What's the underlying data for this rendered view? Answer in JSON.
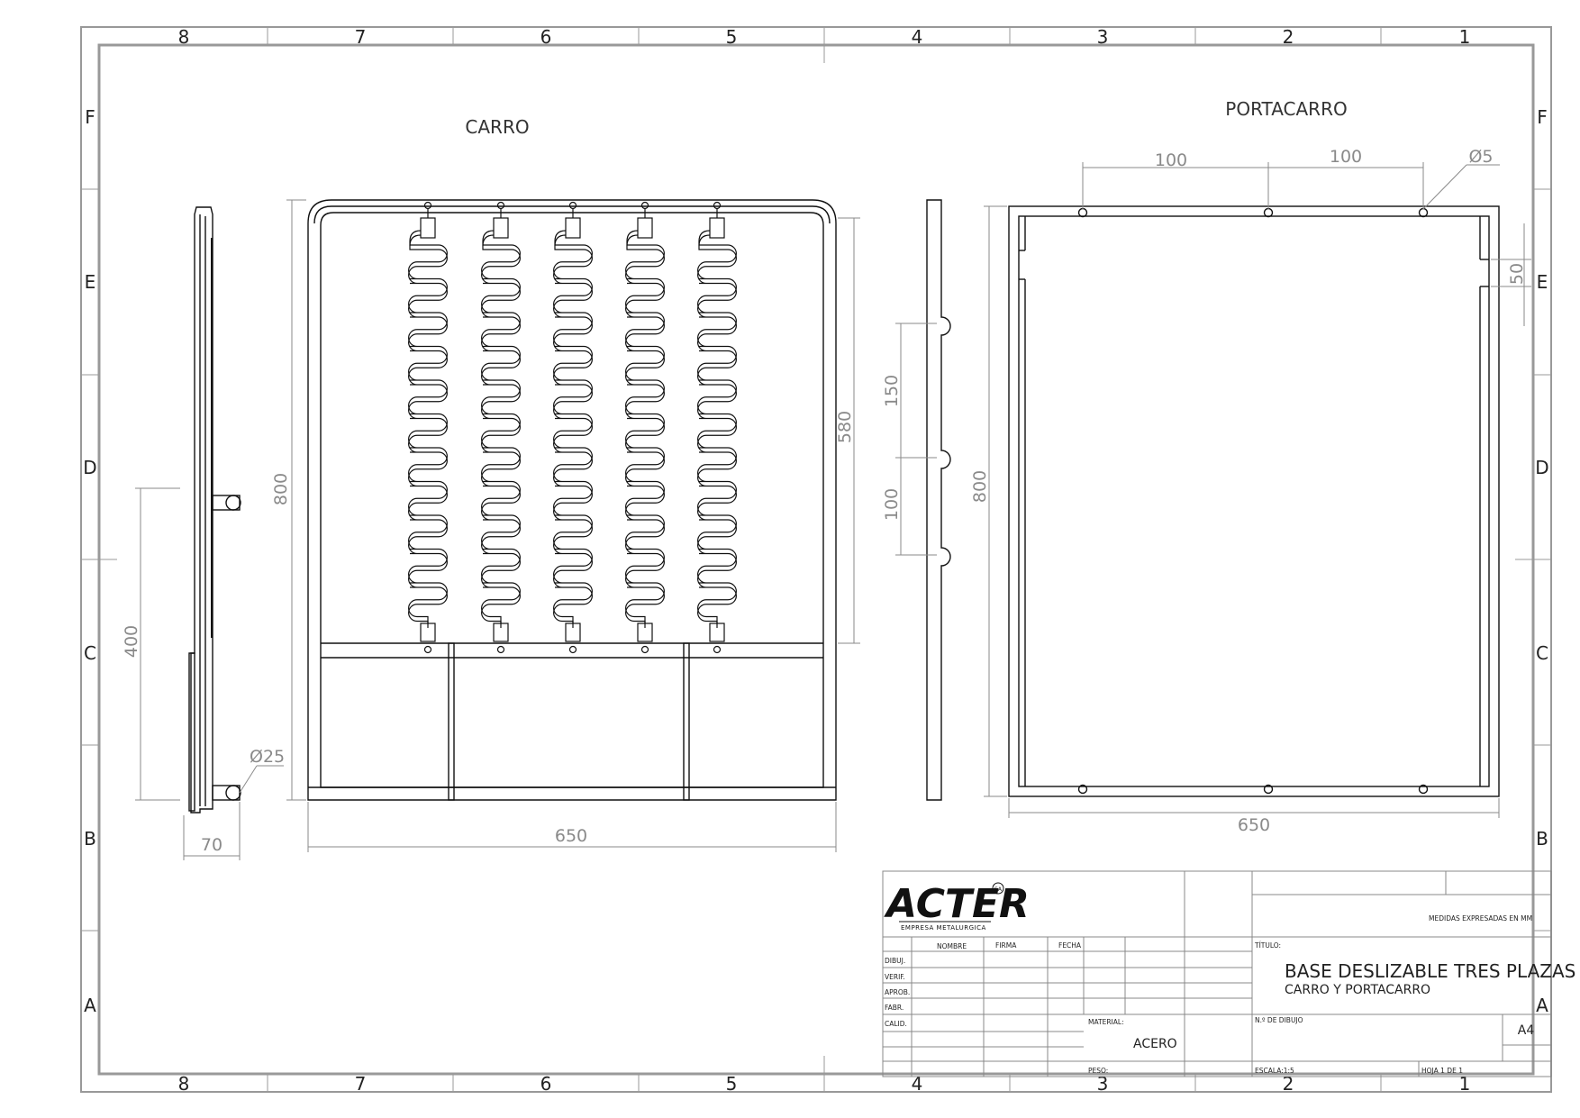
{
  "zones": {
    "columns": [
      "8",
      "7",
      "6",
      "5",
      "4",
      "3",
      "2",
      "1"
    ],
    "rows": [
      "F",
      "E",
      "D",
      "C",
      "B",
      "A"
    ]
  },
  "views": {
    "carro_label": "CARRO",
    "portacarro_label": "PORTACARRO"
  },
  "dimensions": {
    "side_height": "400",
    "side_width": "70",
    "side_diameter": "Ø25",
    "carro_height": "800",
    "carro_width": "650",
    "carro_inner_height": "580",
    "profile_150": "150",
    "profile_100": "100",
    "porta_height": "800",
    "porta_width": "650",
    "porta_spacing_1": "100",
    "porta_spacing_2": "100",
    "porta_hole": "Ø5",
    "porta_50": "50"
  },
  "title_block": {
    "logo_text": "ACTER",
    "logo_badge": "SA",
    "logo_subtitle": "EMPRESA METALURGICA",
    "measures_note": "MEDIDAS EXPRESADAS EN MM",
    "col_nombre": "NOMBRE",
    "col_firma": "FIRMA",
    "col_fecha": "FECHA",
    "row_dibuj": "DIBUJ.",
    "row_verif": "VERIF.",
    "row_aprob": "APROB.",
    "row_fabr": "FABR.",
    "row_calid": "CALID.",
    "titulo_label": "TÍTULO:",
    "title": "BASE DESLIZABLE TRES PLAZAS",
    "subtitle": "CARRO Y PORTACARRO",
    "material_label": "MATERIAL:",
    "material": "ACERO",
    "drawing_no_label": "N.º DE DIBUJO",
    "sheet_size": "A4",
    "peso_label": "PESO:",
    "escala_label": "ESCALA:1:5",
    "hoja_label": "HOJA 1 DE 1"
  }
}
